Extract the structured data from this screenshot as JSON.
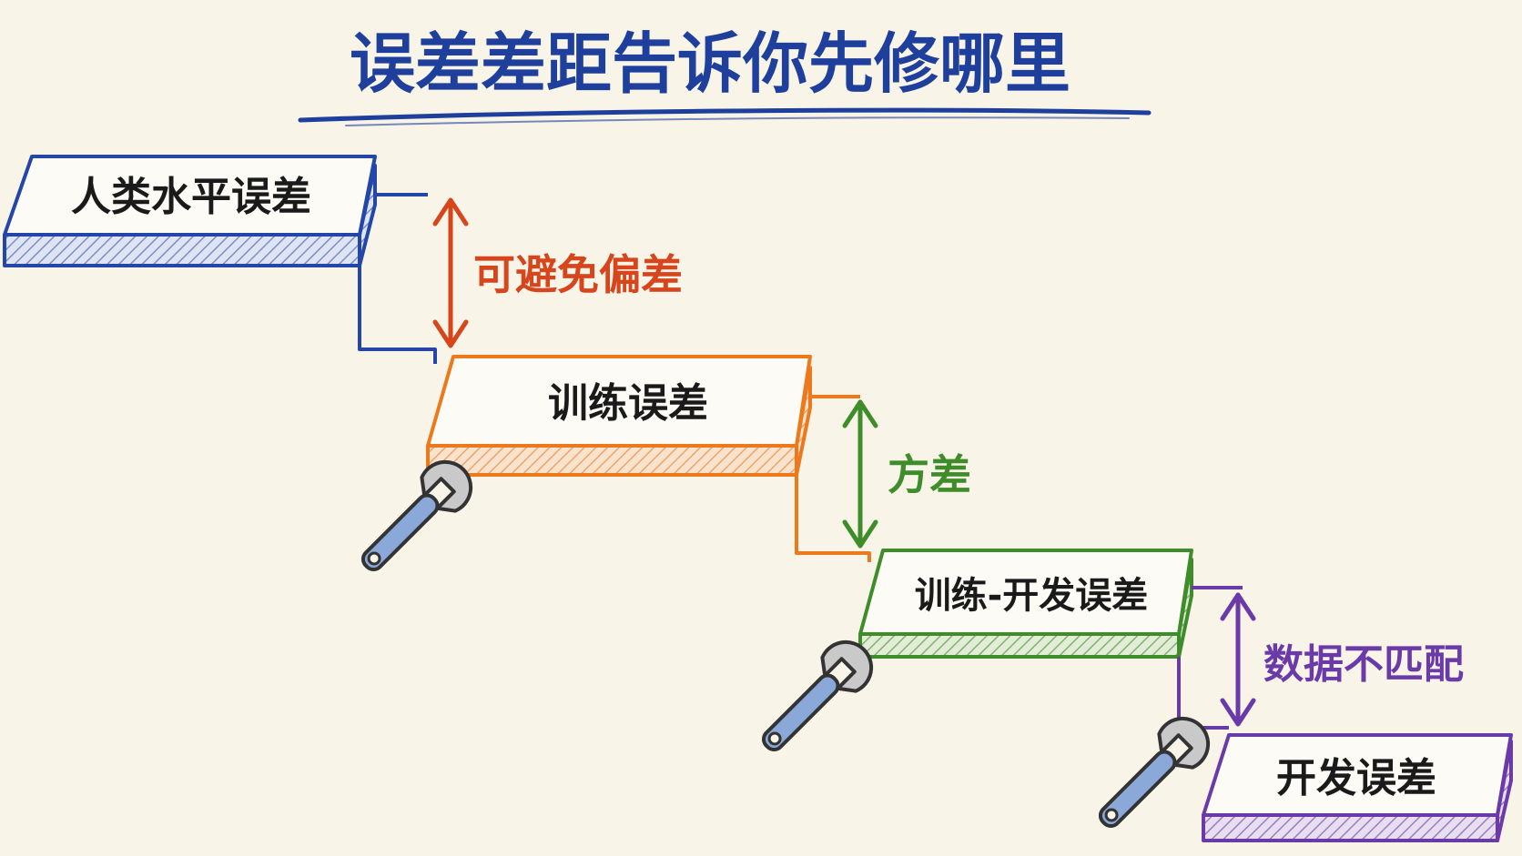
{
  "title": "误差差距告诉你先修哪里",
  "colors": {
    "background": "#f8f4e8",
    "title": "#1f3f9c",
    "human": "#2446a8",
    "train": "#ec7a1c",
    "traindev": "#3f8d2a",
    "dev": "#6a3aa8",
    "bias_arrow": "#d6451b",
    "variance_arrow": "#3f8d2a",
    "mismatch_arrow": "#6a3aa8",
    "ink": "#1a1a1a"
  },
  "steps": [
    {
      "label": "人类水平误差"
    },
    {
      "label": "训练误差"
    },
    {
      "label": "训练-开发误差"
    },
    {
      "label": "开发误差"
    }
  ],
  "gaps": [
    {
      "label": "可避免偏差"
    },
    {
      "label": "方差"
    },
    {
      "label": "数据不匹配"
    }
  ],
  "icons": [
    "wrench-icon",
    "wrench-icon",
    "wrench-icon"
  ]
}
